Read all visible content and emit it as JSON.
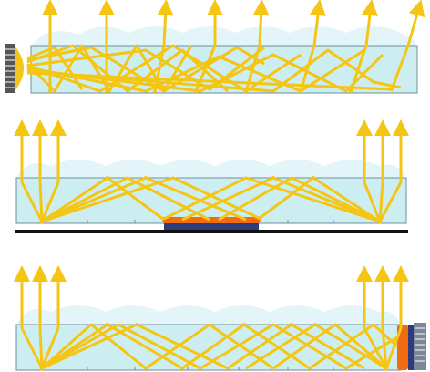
{
  "colors": {
    "background": "#ffffff",
    "light_guide_fill": "#cdeef1",
    "light_guide_stroke": "#6f8f9c",
    "bumps_fill": "#e3f5f8",
    "light_ray": "#f5c514",
    "led_yellow": "#f3c51b",
    "led_base": "#666666",
    "reflector_orange": "#f06b12",
    "reflector_navy": "#2e3c7c",
    "substrate_black": "#111111",
    "side_panel_gray": "#7b8796"
  },
  "panels": [
    {
      "id": "edge-lit-led",
      "description_icon": "led-icon",
      "light_source": "side-led"
    },
    {
      "id": "front-lit-with-bottom-reflector",
      "light_source": "top-beams",
      "bottom_feature": "orange-reflector-strip"
    },
    {
      "id": "front-lit-with-side-reflector",
      "light_source": "top-beams",
      "side_feature": "orange-side-reflector"
    }
  ]
}
